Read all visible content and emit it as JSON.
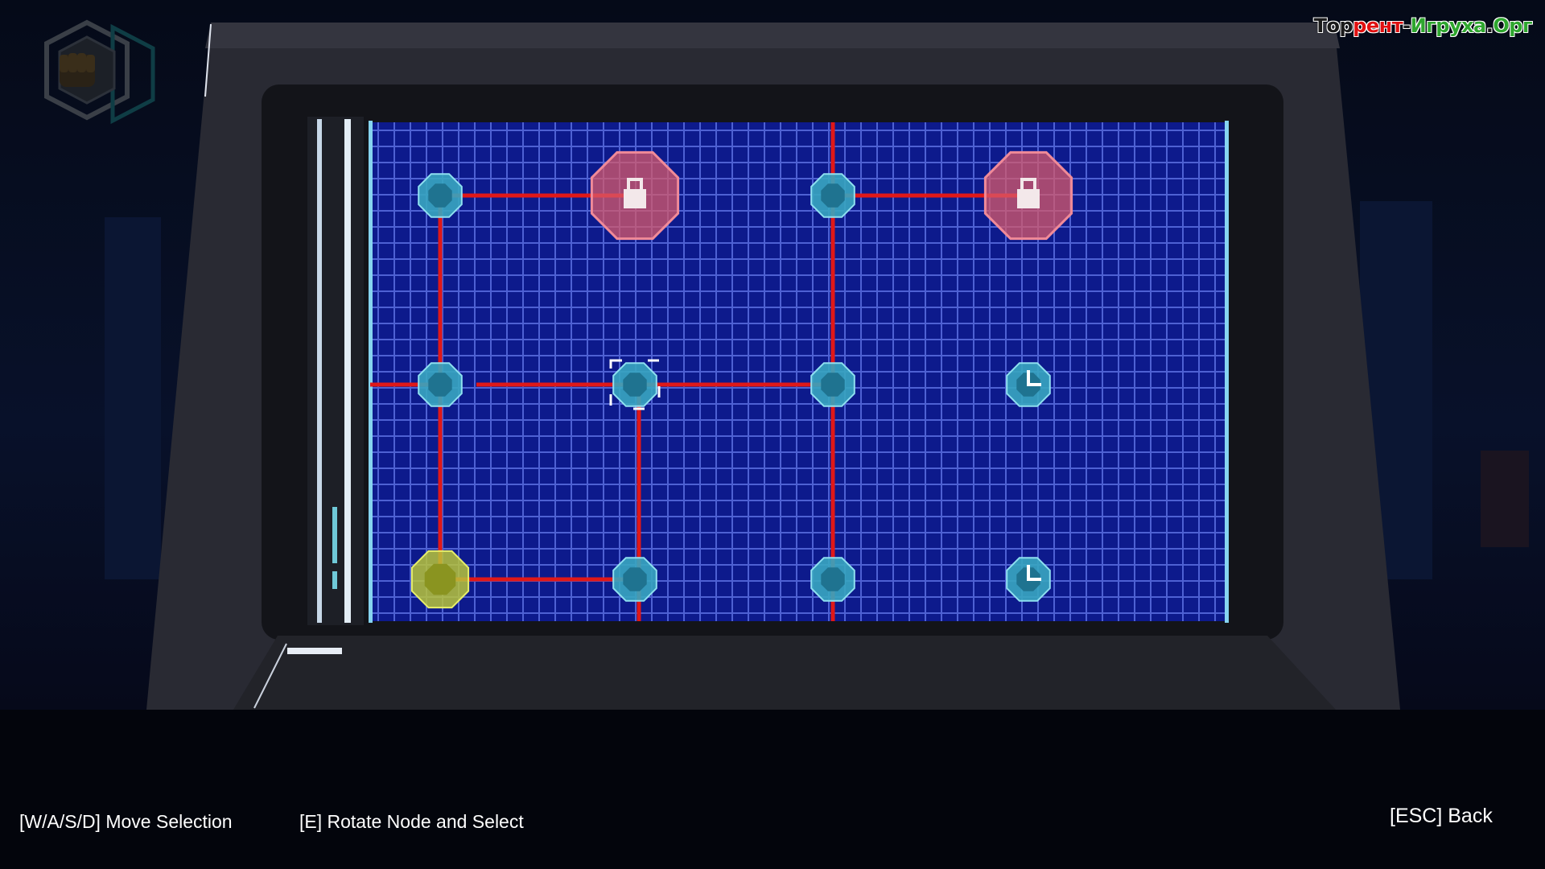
{
  "watermark": {
    "part1": "Тор",
    "part2": "рент",
    "part3": "-",
    "part4": "Игруха",
    "part5": ".",
    "part6": "Орг"
  },
  "ability_icon": "fist-icon",
  "grid": {
    "cols": 4,
    "rows": 3,
    "nodes": [
      {
        "row": 0,
        "col": 0,
        "type": "pipe-node",
        "powered": true
      },
      {
        "row": 0,
        "col": 1,
        "type": "locked-target",
        "powered": true
      },
      {
        "row": 0,
        "col": 2,
        "type": "pipe-node",
        "powered": true
      },
      {
        "row": 0,
        "col": 3,
        "type": "locked-target",
        "powered": true
      },
      {
        "row": 1,
        "col": 0,
        "type": "pipe-node",
        "powered": true
      },
      {
        "row": 1,
        "col": 1,
        "type": "pipe-node",
        "powered": true,
        "selected": true
      },
      {
        "row": 1,
        "col": 2,
        "type": "pipe-node",
        "powered": true
      },
      {
        "row": 1,
        "col": 3,
        "type": "corner-node",
        "powered": false
      },
      {
        "row": 2,
        "col": 0,
        "type": "power-source",
        "powered": true
      },
      {
        "row": 2,
        "col": 1,
        "type": "pipe-node",
        "powered": true
      },
      {
        "row": 2,
        "col": 2,
        "type": "pipe-node",
        "powered": true
      },
      {
        "row": 2,
        "col": 3,
        "type": "corner-node",
        "powered": false
      }
    ]
  },
  "controls": {
    "move": "[W/A/S/D] Move Selection",
    "rotate": "[E] Rotate Node and Select",
    "back": "[ESC] Back"
  },
  "colors": {
    "grid_bg": "#0d1a8c",
    "grid_line": "#5a6ee0",
    "wire": "#e01818",
    "node": "#38a6c0",
    "target": "#d85a6a",
    "source": "#b8c43a"
  }
}
